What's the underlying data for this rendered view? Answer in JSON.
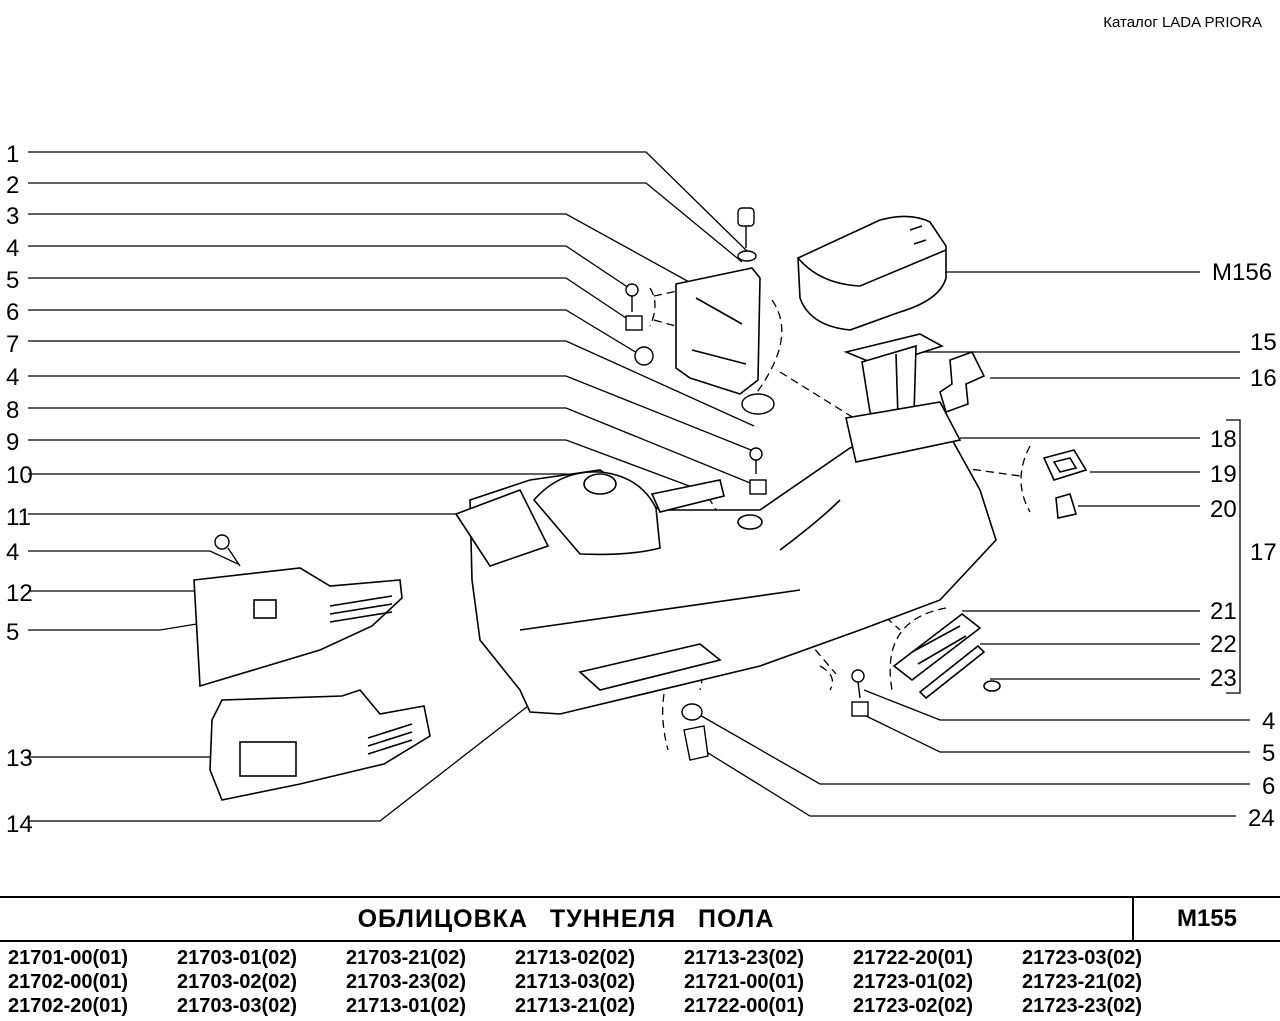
{
  "header": {
    "catalog": "Каталог  LADA  PRIORA"
  },
  "left_labels": [
    "1",
    "2",
    "3",
    "4",
    "5",
    "6",
    "7",
    "4",
    "8",
    "9",
    "10",
    "11",
    "4",
    "12",
    "5",
    "13",
    "14"
  ],
  "right_labels": [
    "M156",
    "15",
    "16",
    "18",
    "19",
    "20",
    "17",
    "21",
    "22",
    "23",
    "4",
    "5",
    "6",
    "24"
  ],
  "footer": {
    "title": "ОБЛИЦОВКА  ТУННЕЛЯ  ПОЛА",
    "code": "M155",
    "models": [
      "21701-00(01)",
      "21703-01(02)",
      "21703-21(02)",
      "21713-02(02)",
      "21713-23(02)",
      "21722-20(01)",
      "21723-03(02)",
      "21702-00(01)",
      "21703-02(02)",
      "21703-23(02)",
      "21713-03(02)",
      "21721-00(01)",
      "21723-01(02)",
      "21723-21(02)",
      "21702-20(01)",
      "21703-03(02)",
      "21713-01(02)",
      "21713-21(02)",
      "21722-00(01)",
      "21723-02(02)",
      "21723-23(02)"
    ]
  }
}
